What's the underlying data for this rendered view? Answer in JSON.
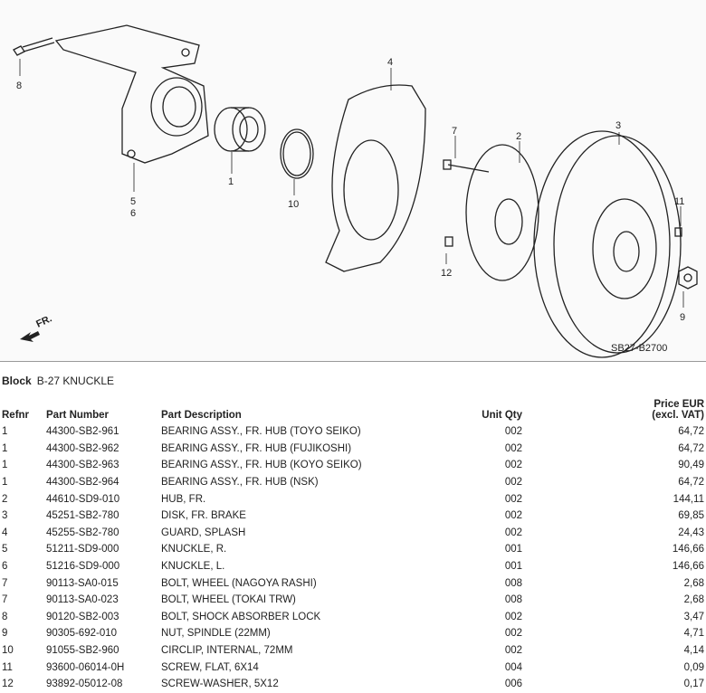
{
  "diagram": {
    "code": "SB27-B2700",
    "direction_label": "FR.",
    "callouts": [
      "1",
      "2",
      "3",
      "4",
      "5",
      "6",
      "7",
      "8",
      "9",
      "10",
      "11",
      "12"
    ]
  },
  "block": {
    "label": "Block",
    "value": "B-27 KNUCKLE"
  },
  "table": {
    "headers": {
      "refnr": "Refnr",
      "part_number": "Part Number",
      "description": "Part Description",
      "qty": "Unit Qty",
      "price_line1": "Price EUR",
      "price_line2": "(excl. VAT)"
    },
    "rows": [
      {
        "ref": "1",
        "pn": "44300-SB2-961",
        "desc": "BEARING ASSY., FR. HUB (TOYO SEIKO)",
        "qty": "002",
        "price": "64,72"
      },
      {
        "ref": "1",
        "pn": "44300-SB2-962",
        "desc": "BEARING ASSY., FR. HUB (FUJIKOSHI)",
        "qty": "002",
        "price": "64,72"
      },
      {
        "ref": "1",
        "pn": "44300-SB2-963",
        "desc": "BEARING ASSY., FR. HUB (KOYO SEIKO)",
        "qty": "002",
        "price": "90,49"
      },
      {
        "ref": "1",
        "pn": "44300-SB2-964",
        "desc": "BEARING ASSY., FR. HUB (NSK)",
        "qty": "002",
        "price": "64,72"
      },
      {
        "ref": "2",
        "pn": "44610-SD9-010",
        "desc": "HUB, FR.",
        "qty": "002",
        "price": "144,11"
      },
      {
        "ref": "3",
        "pn": "45251-SB2-780",
        "desc": "DISK, FR. BRAKE",
        "qty": "002",
        "price": "69,85"
      },
      {
        "ref": "4",
        "pn": "45255-SB2-780",
        "desc": "GUARD, SPLASH",
        "qty": "002",
        "price": "24,43"
      },
      {
        "ref": "5",
        "pn": "51211-SD9-000",
        "desc": "KNUCKLE, R.",
        "qty": "001",
        "price": "146,66"
      },
      {
        "ref": "6",
        "pn": "51216-SD9-000",
        "desc": "KNUCKLE, L.",
        "qty": "001",
        "price": "146,66"
      },
      {
        "ref": "7",
        "pn": "90113-SA0-015",
        "desc": "BOLT, WHEEL (NAGOYA RASHI)",
        "qty": "008",
        "price": "2,68"
      },
      {
        "ref": "7",
        "pn": "90113-SA0-023",
        "desc": "BOLT, WHEEL (TOKAI TRW)",
        "qty": "008",
        "price": "2,68"
      },
      {
        "ref": "8",
        "pn": "90120-SB2-003",
        "desc": "BOLT, SHOCK ABSORBER LOCK",
        "qty": "002",
        "price": "3,47"
      },
      {
        "ref": "9",
        "pn": "90305-692-010",
        "desc": "NUT, SPINDLE (22MM)",
        "qty": "002",
        "price": "4,71"
      },
      {
        "ref": "10",
        "pn": "91055-SB2-960",
        "desc": "CIRCLIP, INTERNAL, 72MM",
        "qty": "002",
        "price": "4,14"
      },
      {
        "ref": "11",
        "pn": "93600-06014-0H",
        "desc": "SCREW, FLAT, 6X14",
        "qty": "004",
        "price": "0,09"
      },
      {
        "ref": "12",
        "pn": "93892-05012-08",
        "desc": "SCREW-WASHER, 5X12",
        "qty": "006",
        "price": "0,17"
      }
    ]
  }
}
